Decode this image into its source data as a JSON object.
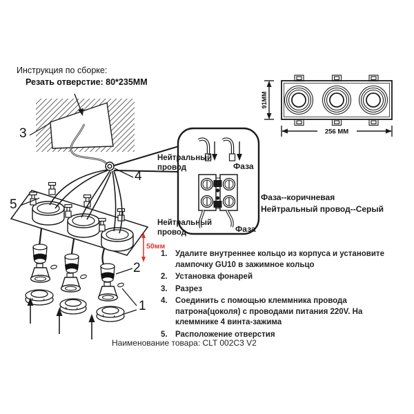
{
  "header": {
    "title": "Инструкция по сборке:",
    "cut_label": "Резать отверстие:  80*235ММ"
  },
  "top_view": {
    "height_label": "91MM",
    "width_label": "256 MM"
  },
  "callout": {
    "neutral_top": "Нейтральный\nпровод",
    "phase_top": "Фаза",
    "neutral_bottom": "Нейтральный\nпровод",
    "phase_bottom": "Фаза"
  },
  "legend": {
    "phase": "Фаза--коричневая",
    "neutral": "Нейтральный провод--Серый"
  },
  "markers": {
    "m1": "1",
    "m2": "2",
    "m3": "3",
    "m4": "4",
    "m5": "5"
  },
  "dimensions": {
    "depth": "50мм"
  },
  "steps": [
    {
      "num": "1.",
      "text": "Удалите внутреннее кольцо из корпуса и установите лампочку GU10 в зажимное кольцо"
    },
    {
      "num": "2.",
      "text": "Установка фонарей"
    },
    {
      "num": "3.",
      "text": "Разрез"
    },
    {
      "num": "4.",
      "text": "Соединить с помощью клеммника провода патрона(цоколя) с проводами питания 220V. На клеммнике 4 винта-зажима"
    },
    {
      "num": "5.",
      "text": "Расположение отверстия"
    }
  ],
  "footer": {
    "product_label": "Наименование товара: CLT 002C3 V2"
  },
  "colors": {
    "line": "#1a1a1a",
    "accent_red": "#e53030"
  }
}
